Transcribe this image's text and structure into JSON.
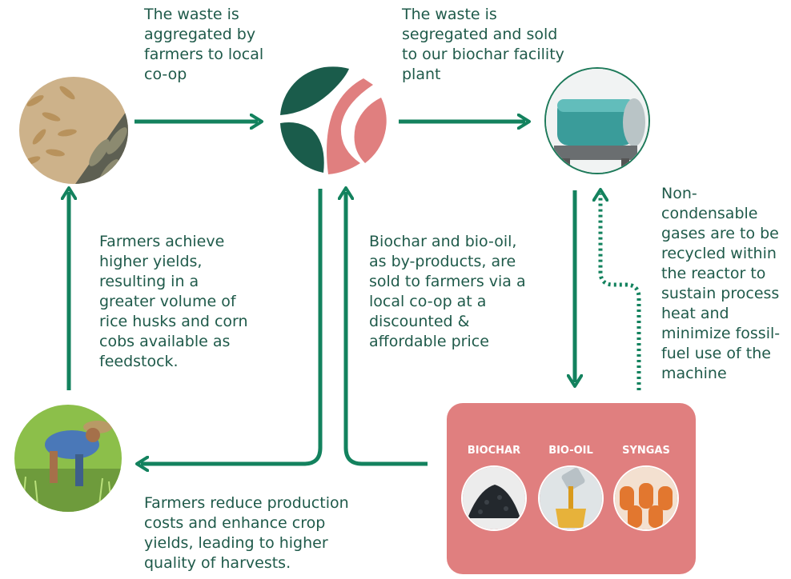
{
  "steps": {
    "aggregated": "The waste is\naggregated by\nfarmers to local\nco-op",
    "segregated": "The waste is\nsegregated and sold\nto our biochar facility\nplant",
    "non_condensable": "Non-\ncondensable\ngases are to be\nrecycled within\nthe reactor to\nsustain process\nheat and\nminimize fossil-\nfuel use of the\nmachine",
    "higher_yields": "Farmers achieve\nhigher yields,\nresulting in a\ngreater volume of\nrice husks and corn\ncobs available as\nfeedstock.",
    "byproducts": "Biochar and bio-oil,\nas by-products, are\nsold to farmers via a\nlocal co-op at a\ndiscounted &\naffordable price",
    "reduce_costs": "Farmers reduce production\ncosts and enhance crop\nyields, leading to higher\nquality of harvests."
  },
  "products": {
    "biochar": "BIOCHAR",
    "bio_oil": "BIO-OIL",
    "syngas": "SYNGAS"
  },
  "colors": {
    "arrow_green": "#13825e",
    "logo_dark_green": "#1a5c4b",
    "logo_coral": "#e07f7f",
    "text": "#1f5a4a",
    "box_coral": "#e07f7f"
  },
  "icons": {
    "husk": "rice-husk-corn-cob-photo",
    "farmer": "farmer-planting-rice-photo",
    "reactor": "pyrolysis-reactor-photo",
    "logo": "coop-logo",
    "biochar": "biochar-pile-photo",
    "bio_oil": "bio-oil-pour-photo",
    "syngas": "gas-cylinders-photo"
  }
}
